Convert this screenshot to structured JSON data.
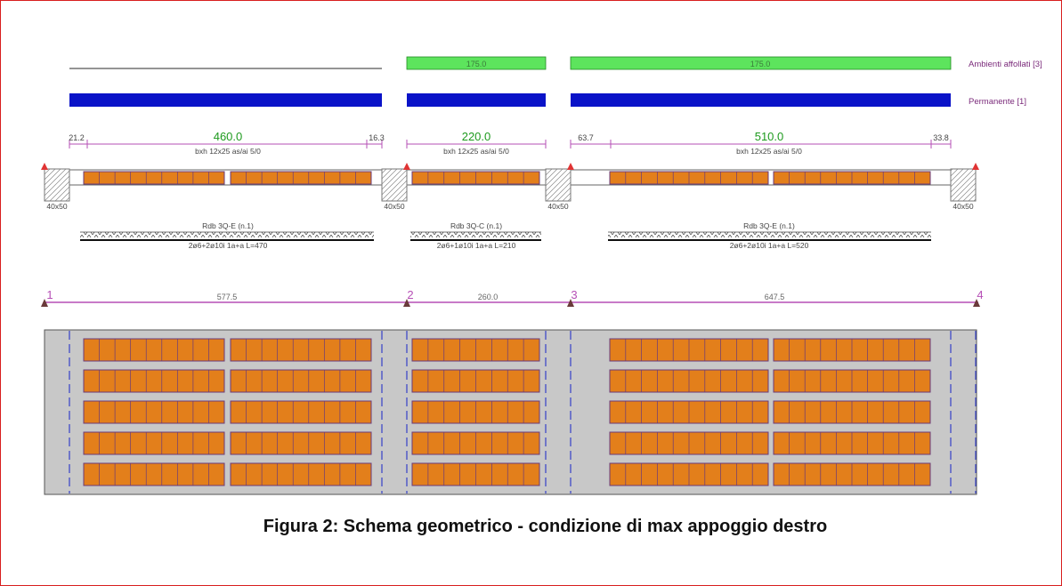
{
  "colors": {
    "frame": "#d81f1f",
    "accidental_load": "#5de45d",
    "permanent_load": "#0a13c8",
    "dimension_line": "#b64fb6",
    "dimension_text": "#1e9a1e",
    "brick": "#e37f1b",
    "slab": "#c8c8c8",
    "support": "#e03434"
  },
  "legend": {
    "accidental": "Ambienti affollati [3]",
    "permanent": "Permanente [1]"
  },
  "loads": {
    "accidental": [
      {
        "label": "175.0"
      },
      {
        "label": "175.0"
      }
    ],
    "permanent": [
      {
        "label": ""
      },
      {
        "label": ""
      },
      {
        "label": ""
      }
    ]
  },
  "spans": [
    {
      "clear": "460.0",
      "left_offset": "21.2",
      "right_offset": "16.3",
      "section": "bxh 12x25  as/ai 5/0",
      "rib": "Rdb 3Q-E (n.1)",
      "rebar": "2ø6+2ø10i 1a+a L=470"
    },
    {
      "clear": "220.0",
      "left_offset": "",
      "right_offset": "",
      "section": "bxh 12x25  as/ai 5/0",
      "rib": "Rdb 3Q-C (n.1)",
      "rebar": "2ø6+1ø10i 1a+a L=210"
    },
    {
      "clear": "510.0",
      "left_offset": "63.7",
      "right_offset": "33.8",
      "section": "bxh 12x25  as/ai 5/0",
      "rib": "Rdb 3Q-E (n.1)",
      "rebar": "2ø6+2ø10i 1a+a L=520"
    }
  ],
  "supports": [
    {
      "label": "40x50"
    },
    {
      "label": "40x50"
    },
    {
      "label": "40x50"
    },
    {
      "label": "40x50"
    }
  ],
  "axis_nodes": [
    "1",
    "2",
    "3",
    "4"
  ],
  "axis_spans": [
    "577.5",
    "260.0",
    "647.5"
  ],
  "caption": "Figura 2: Schema geometrico - condizione di max appoggio destro"
}
